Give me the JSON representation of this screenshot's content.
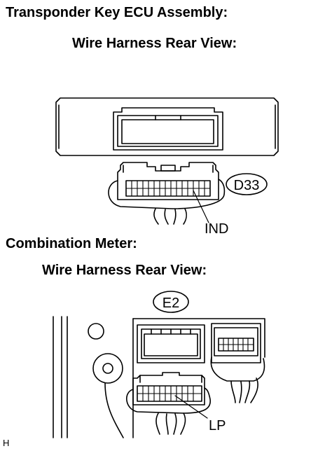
{
  "section_1": {
    "title": "Transponder Key ECU Assembly:",
    "subtitle": "Wire Harness Rear View:",
    "connector_code": "D33",
    "terminal_label": "IND"
  },
  "section_2": {
    "title": "Combination Meter:",
    "subtitle": "Wire Harness Rear View:",
    "connector_code": "E2",
    "terminal_label": "LP"
  },
  "footer": {
    "code": "H"
  },
  "colors": {
    "line": "#000000",
    "background": "#ffffff"
  }
}
